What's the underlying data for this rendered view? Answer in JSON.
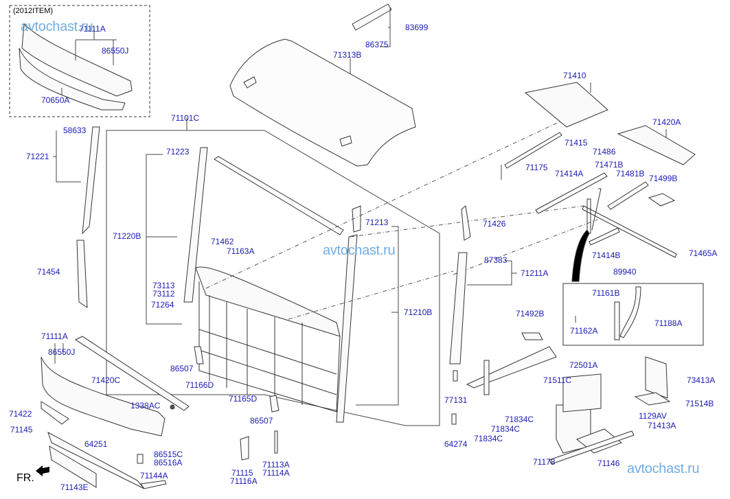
{
  "diagram": {
    "title": "Body panel parts diagram",
    "note_2012": "(2012ITEM)",
    "front_marker": "FR.",
    "watermark": "avtochast.ru",
    "label_color": "#1a1ab4",
    "line_color": "#333333",
    "watermark_color": "#5a9ee0"
  },
  "labels": [
    {
      "id": "71111A-top",
      "text": "71111A"
    },
    {
      "id": "86550J-top",
      "text": "86550J"
    },
    {
      "id": "70650A",
      "text": "70650A"
    },
    {
      "id": "83699",
      "text": "83699"
    },
    {
      "id": "86375",
      "text": "86375"
    },
    {
      "id": "71313B",
      "text": "71313B"
    },
    {
      "id": "71101C",
      "text": "71101C"
    },
    {
      "id": "58633",
      "text": "58633"
    },
    {
      "id": "71221",
      "text": "71221"
    },
    {
      "id": "71223",
      "text": "71223"
    },
    {
      "id": "71220B",
      "text": "71220B"
    },
    {
      "id": "71454",
      "text": "71454"
    },
    {
      "id": "71462",
      "text": "71462"
    },
    {
      "id": "71163A",
      "text": "71163A"
    },
    {
      "id": "73113",
      "text": "73113"
    },
    {
      "id": "73112",
      "text": "73112"
    },
    {
      "id": "71264",
      "text": "71264"
    },
    {
      "id": "71213",
      "text": "71213"
    },
    {
      "id": "71210B",
      "text": "71210B"
    },
    {
      "id": "71410",
      "text": "71410"
    },
    {
      "id": "71420A",
      "text": "71420A"
    },
    {
      "id": "71415",
      "text": "71415"
    },
    {
      "id": "71486",
      "text": "71486"
    },
    {
      "id": "71175",
      "text": "71175"
    },
    {
      "id": "71471B",
      "text": "71471B"
    },
    {
      "id": "71414A",
      "text": "71414A"
    },
    {
      "id": "71481B",
      "text": "71481B"
    },
    {
      "id": "71499B",
      "text": "71499B"
    },
    {
      "id": "71426",
      "text": "71426"
    },
    {
      "id": "87383",
      "text": "87383"
    },
    {
      "id": "71211A",
      "text": "71211A"
    },
    {
      "id": "71414B",
      "text": "71414B"
    },
    {
      "id": "71465A",
      "text": "71465A"
    },
    {
      "id": "89940",
      "text": "89940"
    },
    {
      "id": "71161B",
      "text": "71161B"
    },
    {
      "id": "71162A",
      "text": "71162A"
    },
    {
      "id": "71188A",
      "text": "71188A"
    },
    {
      "id": "71111A",
      "text": "71111A"
    },
    {
      "id": "86550J",
      "text": "86550J"
    },
    {
      "id": "71420C",
      "text": "71420C"
    },
    {
      "id": "86507-a",
      "text": "86507"
    },
    {
      "id": "71166D",
      "text": "71166D"
    },
    {
      "id": "71165D",
      "text": "71165D"
    },
    {
      "id": "86507-b",
      "text": "86507"
    },
    {
      "id": "1338AC",
      "text": "1338AC"
    },
    {
      "id": "71422",
      "text": "71422"
    },
    {
      "id": "71145",
      "text": "71145"
    },
    {
      "id": "64251",
      "text": "64251"
    },
    {
      "id": "86515C",
      "text": "86515C"
    },
    {
      "id": "86516A",
      "text": "86516A"
    },
    {
      "id": "71144A",
      "text": "71144A"
    },
    {
      "id": "71143E",
      "text": "71143E"
    },
    {
      "id": "71115",
      "text": "71115"
    },
    {
      "id": "71116A",
      "text": "71116A"
    },
    {
      "id": "71113A",
      "text": "71113A"
    },
    {
      "id": "71114A",
      "text": "71114A"
    },
    {
      "id": "71492B",
      "text": "71492B"
    },
    {
      "id": "77131",
      "text": "77131"
    },
    {
      "id": "64274",
      "text": "64274"
    },
    {
      "id": "72501A",
      "text": "72501A"
    },
    {
      "id": "71511C",
      "text": "71511C"
    },
    {
      "id": "71834C-1",
      "text": "71834C"
    },
    {
      "id": "71834C-2",
      "text": "71834C"
    },
    {
      "id": "71834C-3",
      "text": "71834C"
    },
    {
      "id": "71178",
      "text": "71178"
    },
    {
      "id": "73413A",
      "text": "73413A"
    },
    {
      "id": "71514B",
      "text": "71514B"
    },
    {
      "id": "1129AV",
      "text": "1129AV"
    },
    {
      "id": "71413A",
      "text": "71413A"
    },
    {
      "id": "71146",
      "text": "71146"
    }
  ]
}
